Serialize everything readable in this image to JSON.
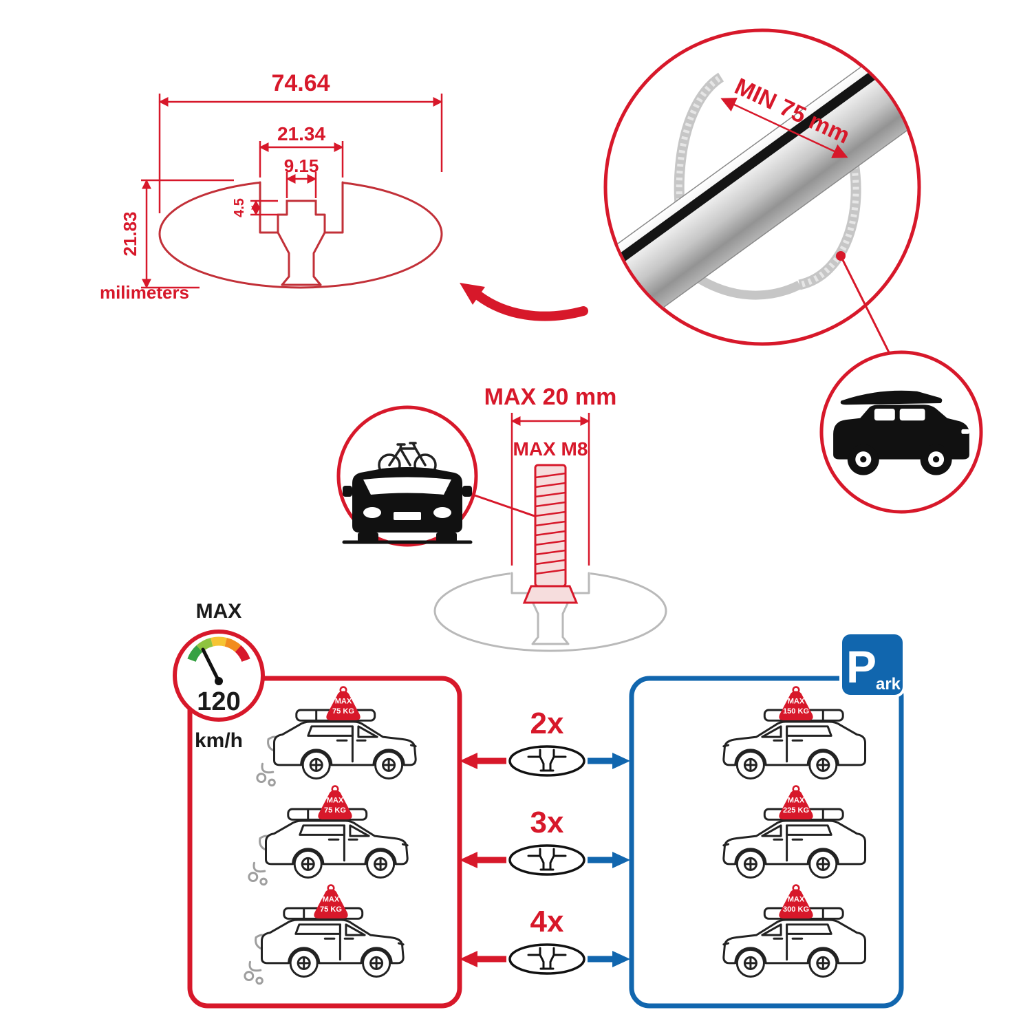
{
  "colors": {
    "accent_red": "#d7182a",
    "accent_blue": "#1166ae",
    "profile_gray": "#b9b9b9",
    "ink": "#1a1a1a"
  },
  "profile_dimensions": {
    "total_width": "74.64",
    "channel_width": "21.34",
    "slot_width": "9.15",
    "lip_height": "4.5",
    "total_height": "21.83",
    "units_label": "milimeters"
  },
  "bar_closeup": {
    "min_span_label": "MIN 75 mm"
  },
  "bolt_spec": {
    "max_width_label": "MAX 20 mm",
    "max_thread_label": "MAX M8"
  },
  "speed_limit": {
    "heading": "MAX",
    "value": "120",
    "unit": "km/h"
  },
  "parking_sign": {
    "letter": "P",
    "suffix": "ark"
  },
  "roof_load_label": "MAX",
  "configurations": [
    {
      "bars": "2x",
      "driving_load": "75 KG",
      "parked_load": "150 KG"
    },
    {
      "bars": "3x",
      "driving_load": "75 KG",
      "parked_load": "225 KG"
    },
    {
      "bars": "4x",
      "driving_load": "75 KG",
      "parked_load": "300 KG"
    }
  ]
}
